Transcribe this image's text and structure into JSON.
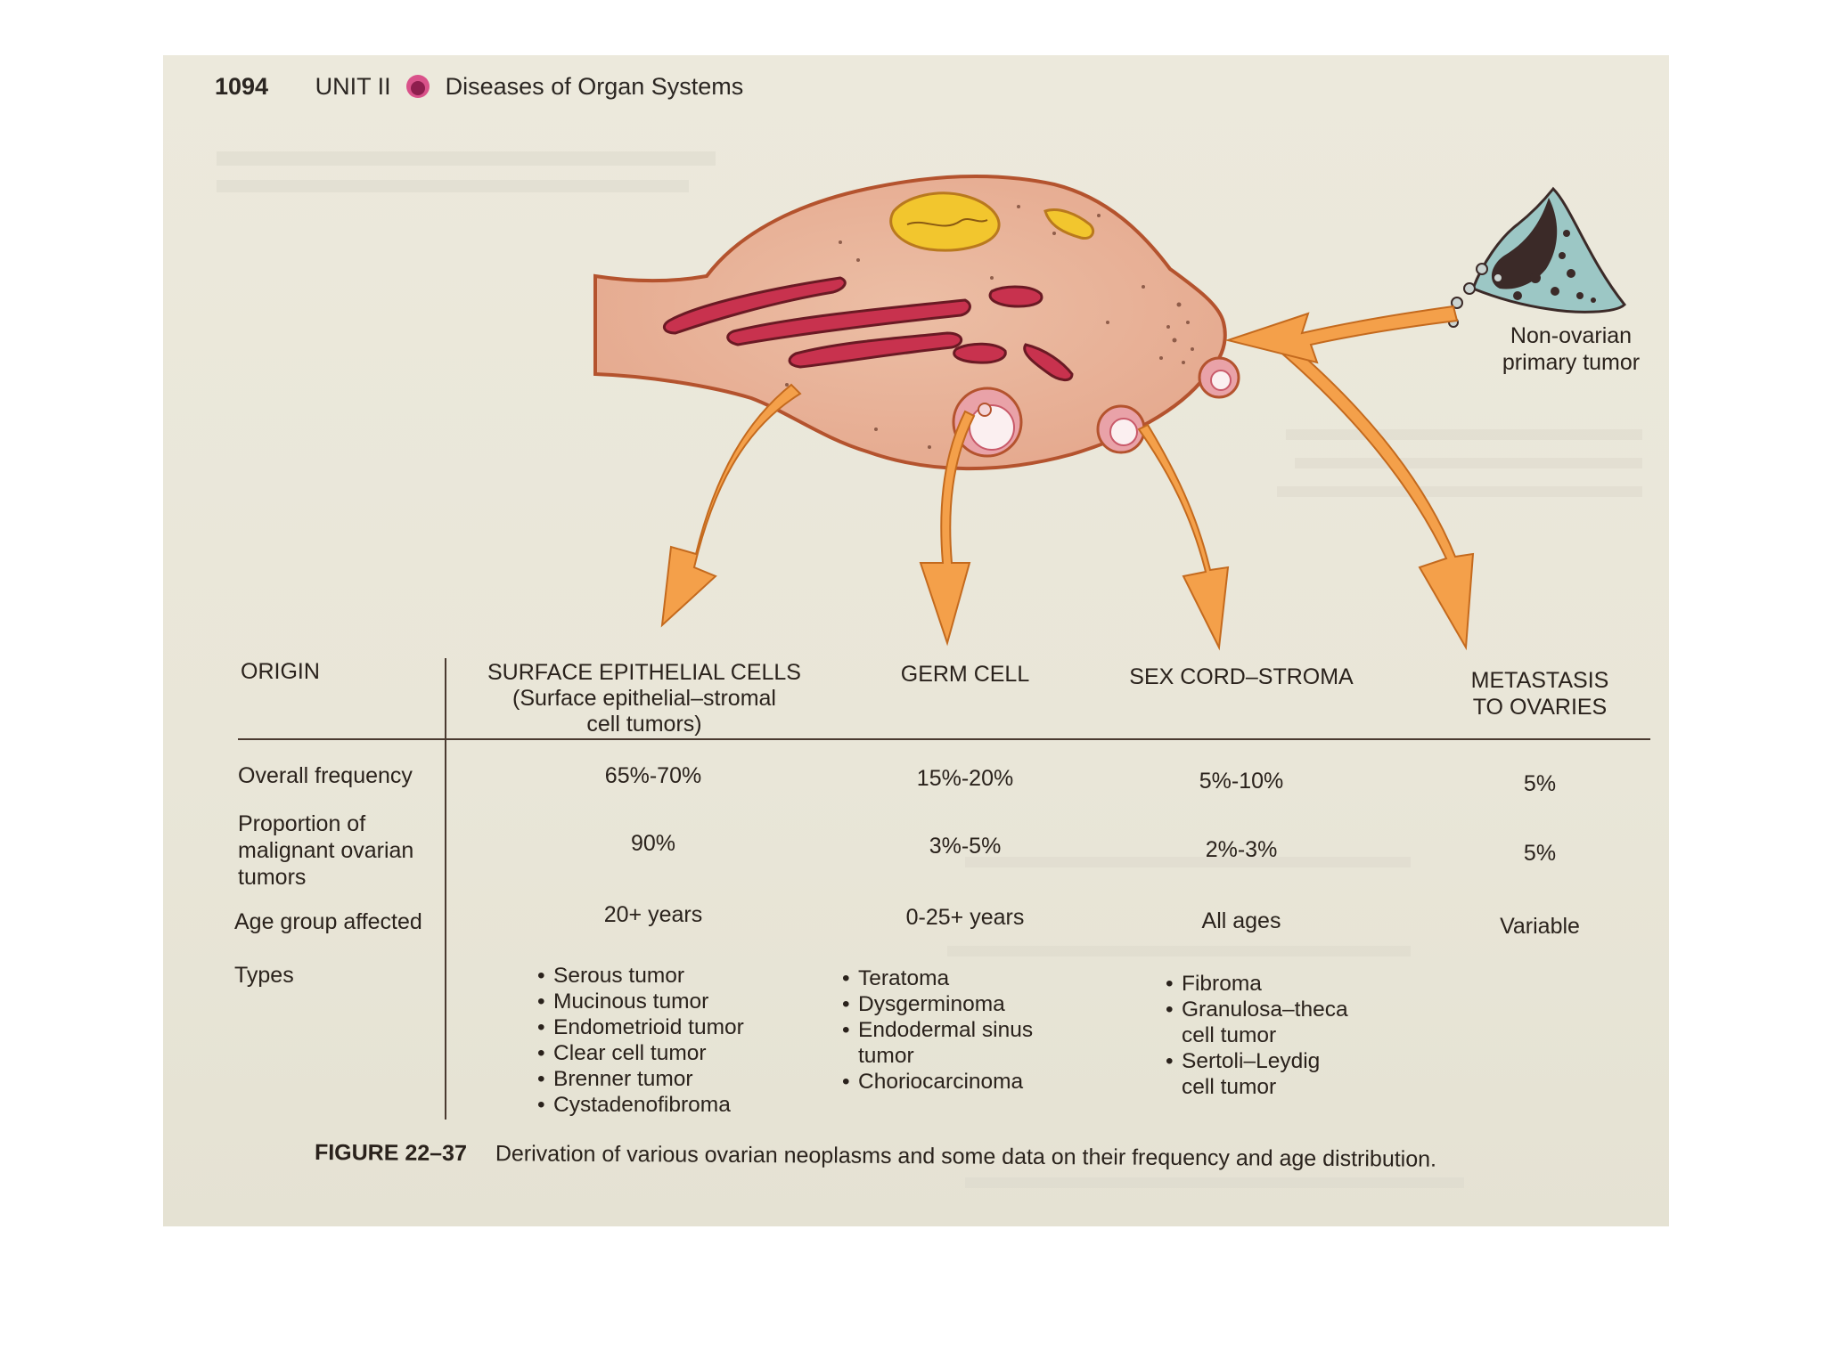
{
  "header": {
    "page_number": "1094",
    "unit": "UNIT II",
    "section": "Diseases of Organ Systems"
  },
  "illustration": {
    "metastasis_label_line1": "Non-ovarian",
    "metastasis_label_line2": "primary tumor"
  },
  "table": {
    "row_labels": {
      "origin": "ORIGIN",
      "frequency": "Overall frequency",
      "proportion_line1": "Proportion of",
      "proportion_line2": "malignant ovarian",
      "proportion_line3": "tumors",
      "age": "Age group affected",
      "types": "Types"
    },
    "columns": [
      {
        "header_line1": "SURFACE EPITHELIAL CELLS",
        "header_line2": "(Surface epithelial–stromal",
        "header_line3": "cell tumors)",
        "frequency": "65%-70%",
        "proportion": "90%",
        "age": "20+ years",
        "types": [
          "Serous tumor",
          "Mucinous tumor",
          "Endometrioid tumor",
          "Clear cell tumor",
          "Brenner tumor",
          "Cystadenofibroma"
        ]
      },
      {
        "header_line1": "GERM CELL",
        "frequency": "15%-20%",
        "proportion": "3%-5%",
        "age": "0-25+ years",
        "types": [
          "Teratoma",
          "Dysgerminoma",
          "Endodermal sinus",
          "tumor",
          "Choriocarcinoma"
        ]
      },
      {
        "header_line1": "SEX CORD–STROMA",
        "frequency": "5%-10%",
        "proportion": "2%-3%",
        "age": "All ages",
        "types": [
          "Fibroma",
          "Granulosa–theca",
          "cell tumor",
          "Sertoli–Leydig",
          "cell tumor"
        ]
      },
      {
        "header_line1": "METASTASIS",
        "header_line2": "TO OVARIES",
        "frequency": "5%",
        "proportion": "5%",
        "age": "Variable"
      }
    ]
  },
  "caption": {
    "label": "FIGURE 22–37",
    "text": "Derivation of various ovarian neoplasms and some data on their frequency and age distribution."
  },
  "colors": {
    "paper": "#ebe8da",
    "ovary_fill": "#e8b095",
    "ovary_outline": "#b4532e",
    "arrow": "#f4a04a",
    "vessel": "#c8324e",
    "corpus": "#f2c62e",
    "tumor_mass": "#3b2a28",
    "tumor_bg": "#9cc7c5",
    "ink": "#2a221c"
  }
}
